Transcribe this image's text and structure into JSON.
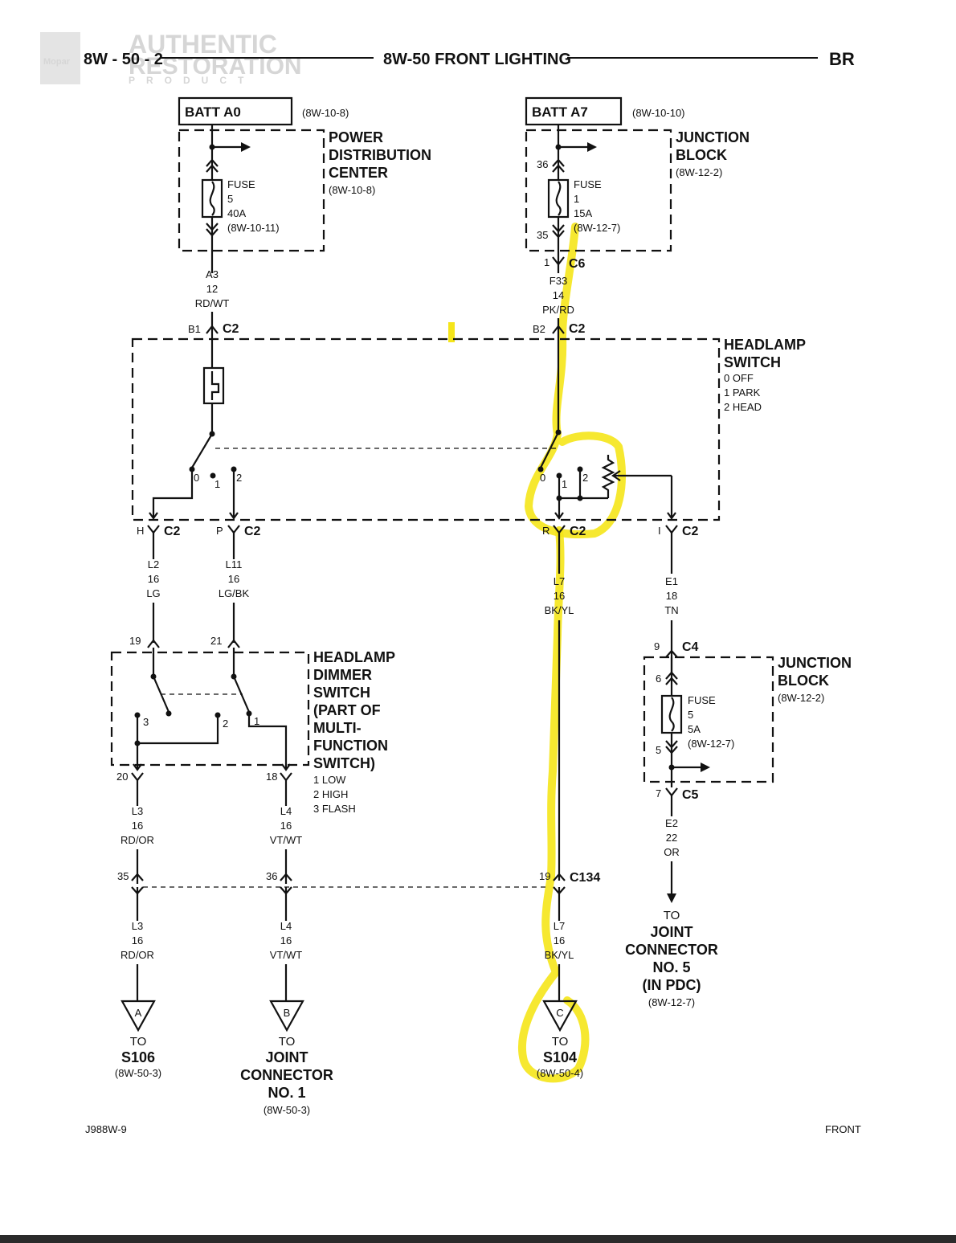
{
  "header": {
    "page_code": "8W - 50 - 2",
    "title": "8W-50 FRONT LIGHTING",
    "section": "BR",
    "watermark_top": "AUTHENTIC",
    "watermark_mid": "RESTORATION",
    "watermark_bottom": "PRODUCT",
    "mopar_logo": "Mopar"
  },
  "footer": {
    "figure_id": "J988W-9",
    "view": "FRONT"
  },
  "colors": {
    "highlight": "#f5e51a",
    "ink": "#111111"
  },
  "sources": {
    "batt_a0": {
      "label": "BATT A0",
      "ref": "(8W-10-8)"
    },
    "batt_a7": {
      "label": "BATT A7",
      "ref": "(8W-10-10)"
    }
  },
  "pdc": {
    "line1": "POWER",
    "line2": "DISTRIBUTION",
    "line3": "CENTER",
    "ref": "(8W-10-8)",
    "fuse_label": "FUSE",
    "fuse_num": "5",
    "fuse_amp": "40A",
    "fuse_ref": "(8W-10-11)"
  },
  "jb1": {
    "line1": "JUNCTION",
    "line2": "BLOCK",
    "ref": "(8W-12-2)",
    "pin_in": "36",
    "pin_out": "35",
    "fuse_label": "FUSE",
    "fuse_num": "1",
    "fuse_amp": "15A",
    "fuse_ref": "(8W-12-7)"
  },
  "wires": {
    "a3": {
      "circuit": "A3",
      "gauge": "12",
      "color": "RD/WT"
    },
    "f33": {
      "circuit": "F33",
      "gauge": "14",
      "color": "PK/RD"
    },
    "l2": {
      "circuit": "L2",
      "gauge": "16",
      "color": "LG"
    },
    "l11": {
      "circuit": "L11",
      "gauge": "16",
      "color": "LG/BK"
    },
    "l7": {
      "circuit": "L7",
      "gauge": "16",
      "color": "BK/YL"
    },
    "e1": {
      "circuit": "E1",
      "gauge": "18",
      "color": "TN"
    },
    "l3": {
      "circuit": "L3",
      "gauge": "16",
      "color": "RD/OR"
    },
    "l4": {
      "circuit": "L4",
      "gauge": "16",
      "color": "VT/WT"
    },
    "e2": {
      "circuit": "E2",
      "gauge": "22",
      "color": "OR"
    }
  },
  "connectors": {
    "c6": {
      "pin": "1",
      "name": "C6"
    },
    "c2_b1": {
      "pin": "B1",
      "name": "C2"
    },
    "c2_b2": {
      "pin": "B2",
      "name": "C2"
    },
    "c2_h": {
      "pin": "H",
      "name": "C2"
    },
    "c2_p": {
      "pin": "P",
      "name": "C2"
    },
    "c2_r": {
      "pin": "R",
      "name": "C2"
    },
    "c2_i": {
      "pin": "I",
      "name": "C2"
    },
    "c4": {
      "pin": "9",
      "name": "C4"
    },
    "c5": {
      "pin": "7",
      "name": "C5"
    },
    "c134": {
      "name": "C134",
      "pin_l3": "35",
      "pin_l4": "36",
      "pin_l7": "19"
    },
    "dimmer_pins": {
      "in1": "19",
      "in2": "21",
      "out1": "20",
      "out2": "18"
    }
  },
  "headlamp_switch": {
    "line1": "HEADLAMP",
    "line2": "SWITCH",
    "pos0": "0 OFF",
    "pos1": "1 PARK",
    "pos2": "2 HEAD",
    "contacts": [
      "0",
      "1",
      "2"
    ]
  },
  "dimmer_switch": {
    "lines": [
      "HEADLAMP",
      "DIMMER",
      "SWITCH",
      "(PART OF",
      "MULTI-",
      "FUNCTION",
      "SWITCH)"
    ],
    "pos1": "1 LOW",
    "pos2": "2 HIGH",
    "pos3": "3 FLASH",
    "contacts": [
      "3",
      "2",
      "1"
    ]
  },
  "jb2": {
    "line1": "JUNCTION",
    "line2": "BLOCK",
    "ref": "(8W-12-2)",
    "pin_in": "6",
    "pin_out": "5",
    "fuse_label": "FUSE",
    "fuse_num": "5",
    "fuse_amp": "5A",
    "fuse_ref": "(8W-12-7)"
  },
  "destinations": {
    "a": {
      "letter": "A",
      "to": "TO",
      "name": "S106",
      "ref": "(8W-50-3)"
    },
    "b": {
      "letter": "B",
      "to": "TO",
      "name1": "JOINT",
      "name2": "CONNECTOR",
      "name3": "NO. 1",
      "ref": "(8W-50-3)"
    },
    "c": {
      "letter": "C",
      "to": "TO",
      "name": "S104",
      "ref": "(8W-50-4)"
    },
    "jc5": {
      "to": "TO",
      "name1": "JOINT",
      "name2": "CONNECTOR",
      "name3": "NO. 5",
      "name4": "(IN PDC)",
      "ref": "(8W-12-7)"
    }
  }
}
